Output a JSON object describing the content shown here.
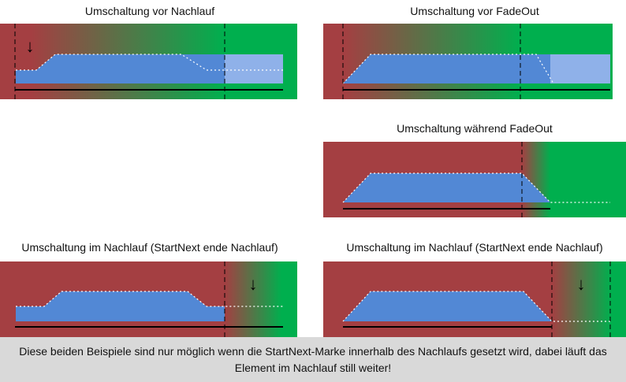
{
  "colors": {
    "red": "#a43f42",
    "green": "#00af4e",
    "blue": "#5288d5",
    "blue_light": "#8fb1e9"
  },
  "panels": {
    "p1": {
      "title": "Umschaltung vor Nachlauf",
      "arrow": "↓"
    },
    "p2": {
      "title": "Umschaltung vor FadeOut"
    },
    "p3": {
      "title": "Umschaltung während FadeOut"
    },
    "p4": {
      "title": "Umschaltung im Nachlauf (StartNext ende Nachlauf)",
      "arrow": "↓"
    },
    "p5": {
      "title": "Umschaltung im Nachlauf (StartNext ende Nachlauf)",
      "arrow": "↓"
    }
  },
  "note": {
    "line1": "Diese beiden Beispiele sind nur möglich wenn die StartNext-Marke innerhalb des Nachlaufs gesetzt wird, dabei läuft das",
    "line2": "Element im Nachlauf still weiter!"
  }
}
